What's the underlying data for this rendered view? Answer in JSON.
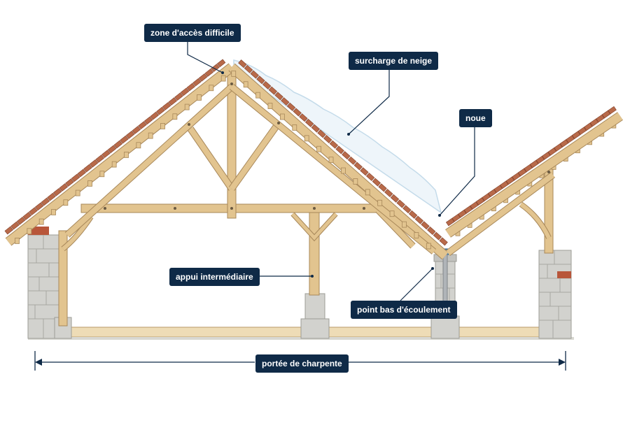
{
  "labels": {
    "zone_acces": "zone d'accès difficile",
    "surcharge_neige": "surcharge de neige",
    "noue": "noue",
    "appui": "appui intermédiaire",
    "point_bas": "point bas d'écoulement",
    "portee": "portée de charpente"
  },
  "colors": {
    "label_bg": "#0f2a47",
    "label_text": "#ffffff",
    "timber": "#e2c48f",
    "timber_edge": "#a8885a",
    "tile": "#b86a4a",
    "stone": "#cfcfcb",
    "snow": "#eef5fa",
    "leader": "#0f2a47"
  },
  "icons": [
    "timber-truss-illustration",
    "dimension-arrow"
  ]
}
